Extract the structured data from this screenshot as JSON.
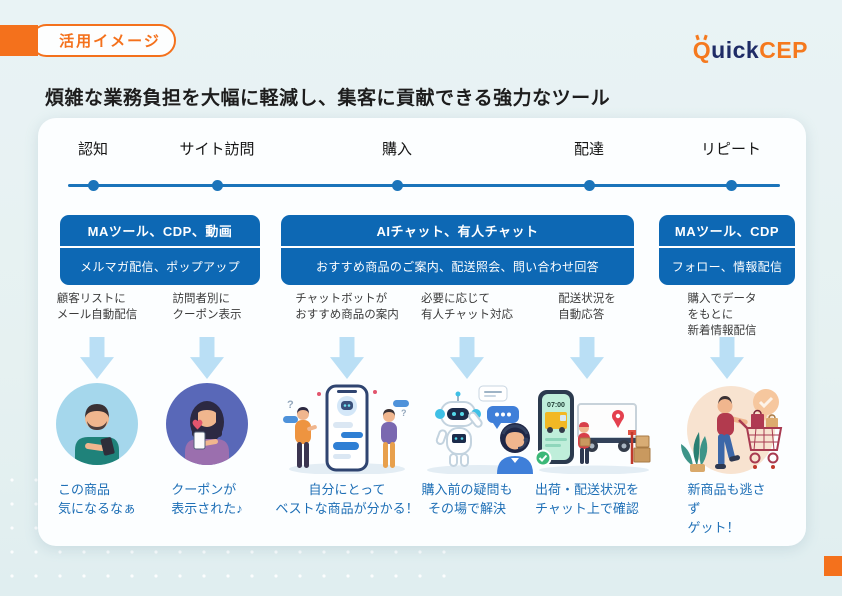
{
  "badge": {
    "label": "活用イメージ"
  },
  "logo": {
    "q": "Q",
    "uick": "uick",
    "cep": "CEP"
  },
  "title": "煩雑な業務負担を大幅に軽減し、集客に貢献できる強力なツール",
  "journey": {
    "stages": [
      "認知",
      "サイト訪問",
      "購入",
      "配達",
      "リピート"
    ]
  },
  "tool_boxes": [
    {
      "header": "MAツール、CDP、動画",
      "body": "メルマガ配信、ポップアップ"
    },
    {
      "header": "AIチャット、有人チャット",
      "body": "おすすめ商品のご案内、配送照会、問い合わせ回答"
    },
    {
      "header": "MAツール、CDP",
      "body": "フォロー、情報配信"
    }
  ],
  "columns": [
    {
      "description": "顧客リストに\nメール自動配信",
      "caption": "この商品\n気になるなぁ",
      "illustration": "man-browsing-phone"
    },
    {
      "description": "訪問者別に\nクーポン表示",
      "caption": "クーポンが\n表示された♪",
      "illustration": "woman-received-coupon"
    },
    {
      "description": "チャットボットが\nおすすめ商品の案内",
      "caption": "自分にとって\nベストな商品が分かる！",
      "illustration": "chatbot-recommendation"
    },
    {
      "description": "必要に応じて\n有人チャット対応",
      "caption": "購入前の疑問も\nその場で解決",
      "illustration": "robot-and-human-agent"
    },
    {
      "description": "配送状況を\n自動応答",
      "caption": "出荷・配送状況を\nチャット上で確認",
      "illustration": "delivery-tracking",
      "screen_time": "07:00"
    },
    {
      "description": "購入でデータをもとに\n新着情報配信",
      "caption": "新商品も逃さず\nゲット！",
      "illustration": "repeat-shopper"
    }
  ],
  "misc": {
    "question_mark": "?"
  },
  "colors": {
    "accent_orange": "#F4711C",
    "box_blue": "#0D68B4",
    "timeline_blue": "#1B74BA",
    "arrow_blue": "#BADFF5",
    "caption_blue": "#1E6FB6",
    "logo_navy": "#1F2C66",
    "logo_orange": "#F5791E"
  }
}
